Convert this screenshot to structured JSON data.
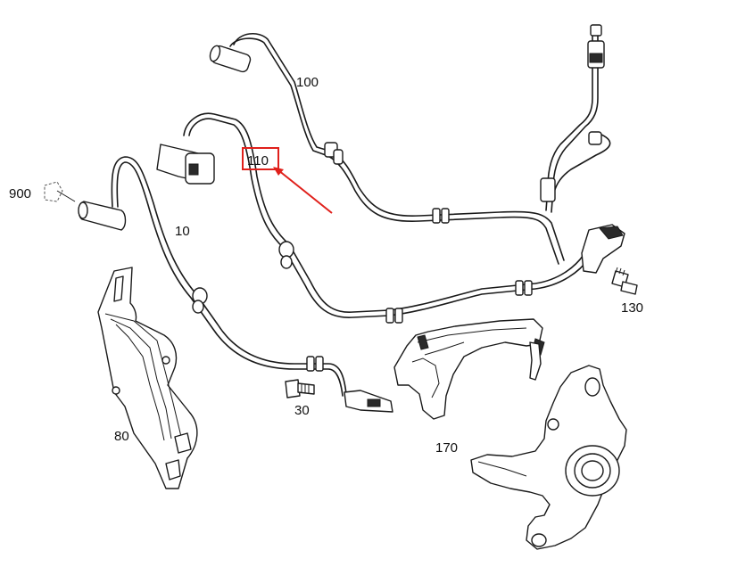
{
  "callouts": {
    "c100": "100",
    "c110": "110",
    "c900": "900",
    "c10": "10",
    "c130": "130",
    "c80": "80",
    "c30": "30",
    "c170": "170"
  },
  "highlight": {
    "target": "110",
    "box_color": "#e0201b",
    "arrow_color": "#e0201b"
  },
  "parts": [
    {
      "number": "10",
      "icon": "sensor-cable-icon"
    },
    {
      "number": "30",
      "icon": "bolt-icon"
    },
    {
      "number": "80",
      "icon": "bracket-icon"
    },
    {
      "number": "100",
      "icon": "sensor-cable-icon"
    },
    {
      "number": "110",
      "icon": "sensor-cable-icon"
    },
    {
      "number": "130",
      "icon": "bolt-icon"
    },
    {
      "number": "170",
      "icon": "holder-bracket-icon"
    },
    {
      "number": "900",
      "icon": "clip-icon"
    }
  ]
}
